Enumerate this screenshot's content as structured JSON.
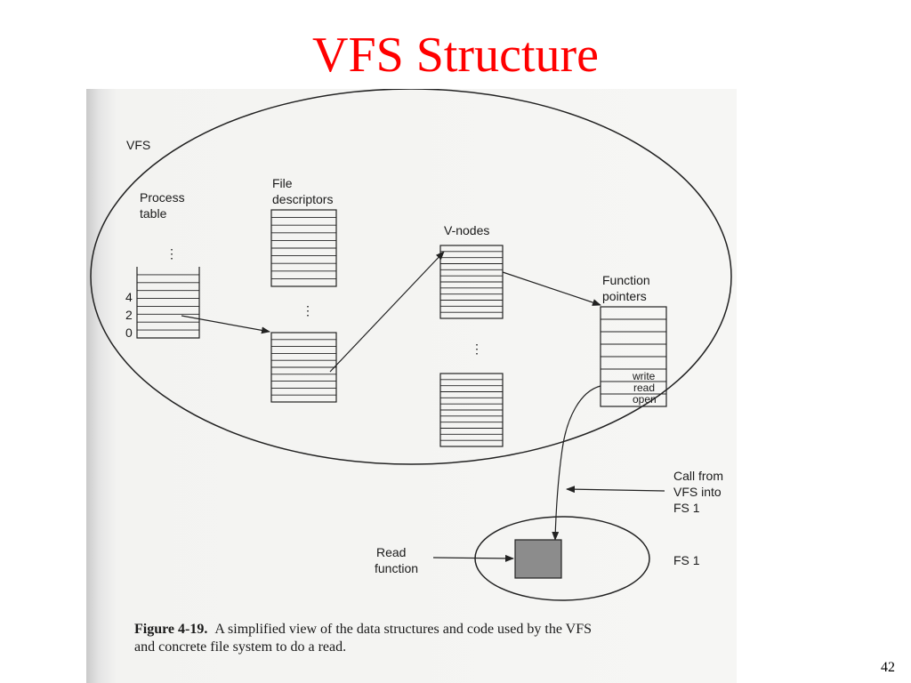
{
  "slide": {
    "title": "VFS Structure",
    "page_number": "42",
    "title_color": "#ff0000"
  },
  "figure": {
    "vfs_label": "VFS",
    "process_table": {
      "line1": "Process",
      "line2": "table",
      "indices": [
        "4",
        "2",
        "0"
      ]
    },
    "file_descriptors": {
      "line1": "File",
      "line2": "descriptors"
    },
    "vnodes": "V-nodes",
    "function_pointers": {
      "line1": "Function",
      "line2": "pointers",
      "entries": [
        "write",
        "read",
        "open"
      ]
    },
    "call_label": [
      "Call from",
      "VFS into",
      "FS 1"
    ],
    "read_function": [
      "Read",
      "function"
    ],
    "fs1_label": "FS 1",
    "ellipsis": "⋮",
    "caption": {
      "figure_no": "Figure 4-19.",
      "line1": "A simplified view of the data structures and code used by the VFS",
      "line2": "and concrete file system to do a read."
    }
  }
}
